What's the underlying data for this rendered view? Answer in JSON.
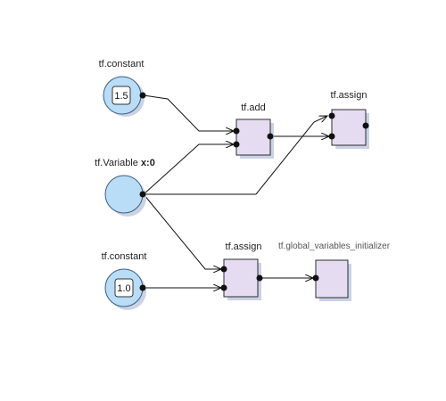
{
  "colors": {
    "const_fill": "#b9dcf7",
    "const_stroke": "#3b5f80",
    "op_fill": "#e6dcf2",
    "op_stroke": "#2c2c2c",
    "shadow": "#c9d2e6",
    "edge": "#111111"
  },
  "nodes": {
    "const1": {
      "label": "tf.constant",
      "value": "1.5"
    },
    "variable": {
      "label": "tf.Variable",
      "label_suffix": "x:0"
    },
    "const2": {
      "label": "tf.constant",
      "value": "1.0"
    },
    "add": {
      "label": "tf.add"
    },
    "assign_top": {
      "label": "tf.assign"
    },
    "assign_bottom": {
      "label": "tf.assign"
    },
    "initializer": {
      "label": "tf.global_variables_initializer"
    }
  }
}
